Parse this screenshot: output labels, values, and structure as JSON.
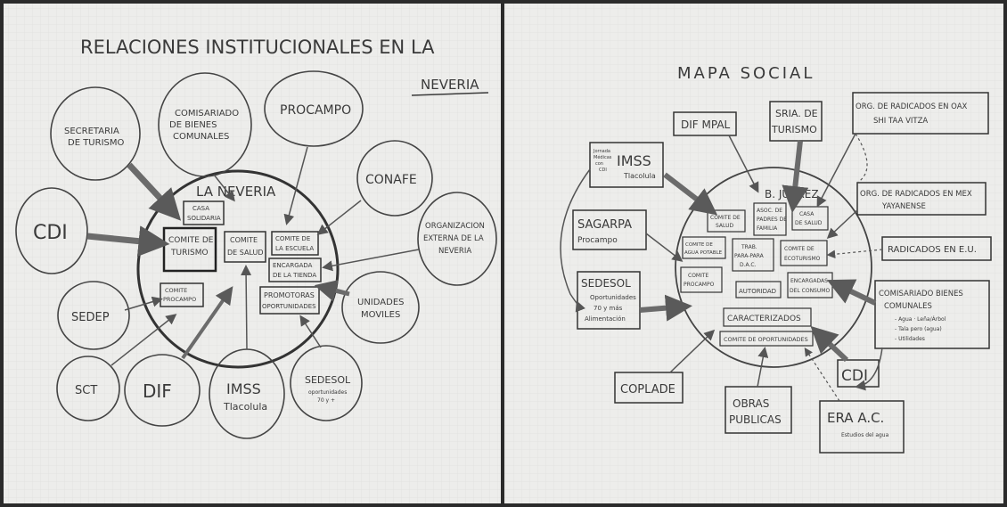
{
  "left_panel": {
    "title": "RELACIONES INSTITUCIONALES EN LA",
    "title_last": "NEVERIA",
    "center_label": "LA NEVERIA",
    "outer_nodes": {
      "secretaria_turismo": [
        "SECRETARIA",
        "DE TURISMO"
      ],
      "comisariado": [
        "COMISARIADO",
        "DE BIENES",
        "COMUNALES"
      ],
      "procampo": [
        "PROCAMPO"
      ],
      "conafe": [
        "CONAFE"
      ],
      "cdi": [
        "CDI"
      ],
      "organizacion": [
        "ORGANIZACION",
        "EXTERNA DE LA",
        "NEVERIA"
      ],
      "sedep": [
        "SEDEP"
      ],
      "unidades": [
        "UNIDADES",
        "MOVILES"
      ],
      "sct": [
        "SCT"
      ],
      "dif": [
        "DIF"
      ],
      "imss": [
        "IMSS",
        "Tlacolula"
      ],
      "sedesol": [
        "SEDESOL",
        "oportunidades",
        "70 y +"
      ]
    },
    "inner_boxes": {
      "casa": [
        "CASA",
        "SOLIDARIA"
      ],
      "comite_turismo": [
        "COMITE DE",
        "TURISMO"
      ],
      "comite_salud": [
        "COMITE",
        "DE SALUD"
      ],
      "comite_escuela": [
        "COMITE DE",
        "LA ESCUELA"
      ],
      "encargada": [
        "ENCARGADA",
        "DE LA TIENDA"
      ],
      "comite_procampo": [
        "COMITE",
        "PROCAMPO"
      ],
      "promotoras": [
        "PROMOTORAS",
        "OPORTUNIDADES"
      ]
    }
  },
  "right_panel": {
    "title": "MAPA SOCIAL",
    "center_label": "B. JUAREZ",
    "outer_boxes": {
      "dif_mpal": [
        "DIF MPAL"
      ],
      "sria_turismo": [
        "SRIA. DE",
        "TURISMO"
      ],
      "org_oax": [
        "ORG. DE RADICADOS EN OAX",
        "SHI TAA VITZA"
      ],
      "org_mex": [
        "ORG. DE RADICADOS EN MEX",
        "YAYANENSE"
      ],
      "radicados_eu": [
        "RADICADOS EN E.U."
      ],
      "imss": [
        "IMSS",
        "Tlacolula"
      ],
      "imss_note": [
        "Jornada",
        "Médicas",
        "con",
        "CDI"
      ],
      "sagarpa": [
        "SAGARPA",
        "Procampo"
      ],
      "sedesol": [
        "SEDESOL",
        "Oportunidades",
        "70 y más",
        "Alimentación"
      ],
      "comisariado": [
        "COMISARIADO BIENES",
        "COMUNALES",
        "- Agua · Leña/Árbol",
        "- Tala pero (agua)",
        "- Utilidades"
      ],
      "coplade": [
        "COPLADE"
      ],
      "obras": [
        "OBRAS",
        "PUBLICAS"
      ],
      "cdi": [
        "CDI"
      ],
      "era": [
        "ERA A.C.",
        "Estudios del agua"
      ]
    },
    "inner_boxes": {
      "comite_salud": [
        "COMITE DE",
        "SALUD"
      ],
      "padres": [
        "ASOC. DE",
        "PADRES DE",
        "FAMILIA"
      ],
      "casa_salud": [
        "CASA",
        "DE SALUD"
      ],
      "comite_agua": [
        "COMITE DE",
        "AGUA POTABLE"
      ],
      "comite_turismo": [
        "COMITE DE",
        "ECOTURISMO"
      ],
      "comite_procampo": [
        "COMITE",
        "PROCAMPO"
      ],
      "autoridad": [
        "AUTORIDAD"
      ],
      "encargadas": [
        "ENCARGADAS",
        "DEL CONSUMO"
      ],
      "caracterizados": [
        "CARACTERIZADOS"
      ],
      "comite_oportunidades": [
        "COMITE DE OPORTUNIDADES"
      ],
      "trabajadores": [
        "TRAB.",
        "PARA-PARA",
        "D.A.C."
      ]
    }
  },
  "colors": {
    "paper": "#ededeb",
    "ink": "#3a3a3a",
    "grid": "#dcdcda",
    "arrow_heavy": "#6b6b6b",
    "frame": "#2b2b2b"
  }
}
